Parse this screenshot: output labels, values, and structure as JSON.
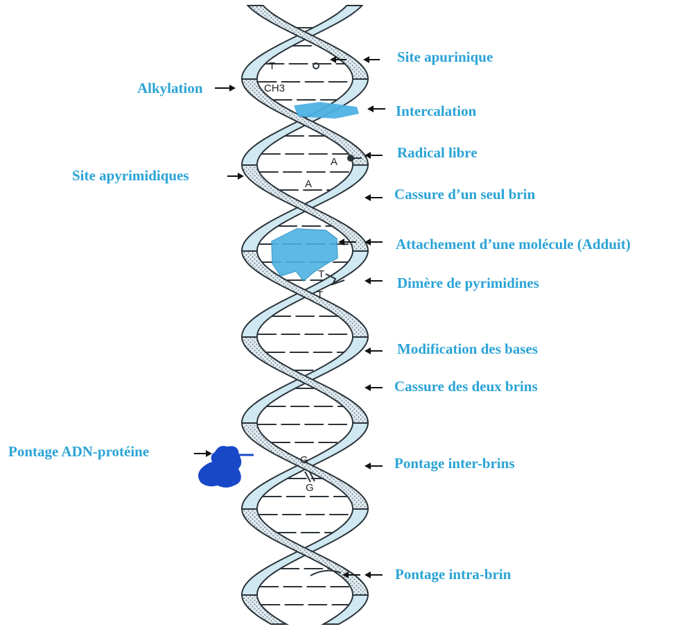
{
  "colors": {
    "label": "#2aa3d6",
    "strand_outer": "#8fc5dc",
    "strand_inner": "#cfe8f2",
    "stipple": "#8a97a0",
    "outline": "#2a3238",
    "adduct": "#4ab0e2",
    "protein": "#1848c8",
    "arrow": "#111111"
  },
  "labels": {
    "site_apurinique": "Site apurinique",
    "alkylation": "Alkylation",
    "intercalation": "Intercalation",
    "radical_libre": "Radical libre",
    "site_apyrimidiques": "Site apyrimidiques",
    "cassure_un_brin": "Cassure d’un seul brin",
    "adduit": "Attachement d’une molécule (Adduit)",
    "dimere": "Dimère de pyrimidines",
    "modification_bases": "Modification des bases",
    "cassure_deux_brins": "Cassure des deux brins",
    "pontage_adn_proteine": "Pontage ADN-protéine",
    "pontage_inter_brins": "Pontage inter-brins",
    "pontage_intra_brin": "Pontage intra-brin"
  },
  "base_letters": {
    "t_top": "T",
    "ch3": "CH3",
    "a_first": "A",
    "a_second": "A",
    "t_dimer_1": "T",
    "t_dimer_2": "T",
    "g_upper": "G",
    "g_lower": "G"
  },
  "icons": {
    "arrow": "arrow-icon",
    "protein": "protein-blob-icon",
    "adduct": "adduct-blob-icon"
  }
}
